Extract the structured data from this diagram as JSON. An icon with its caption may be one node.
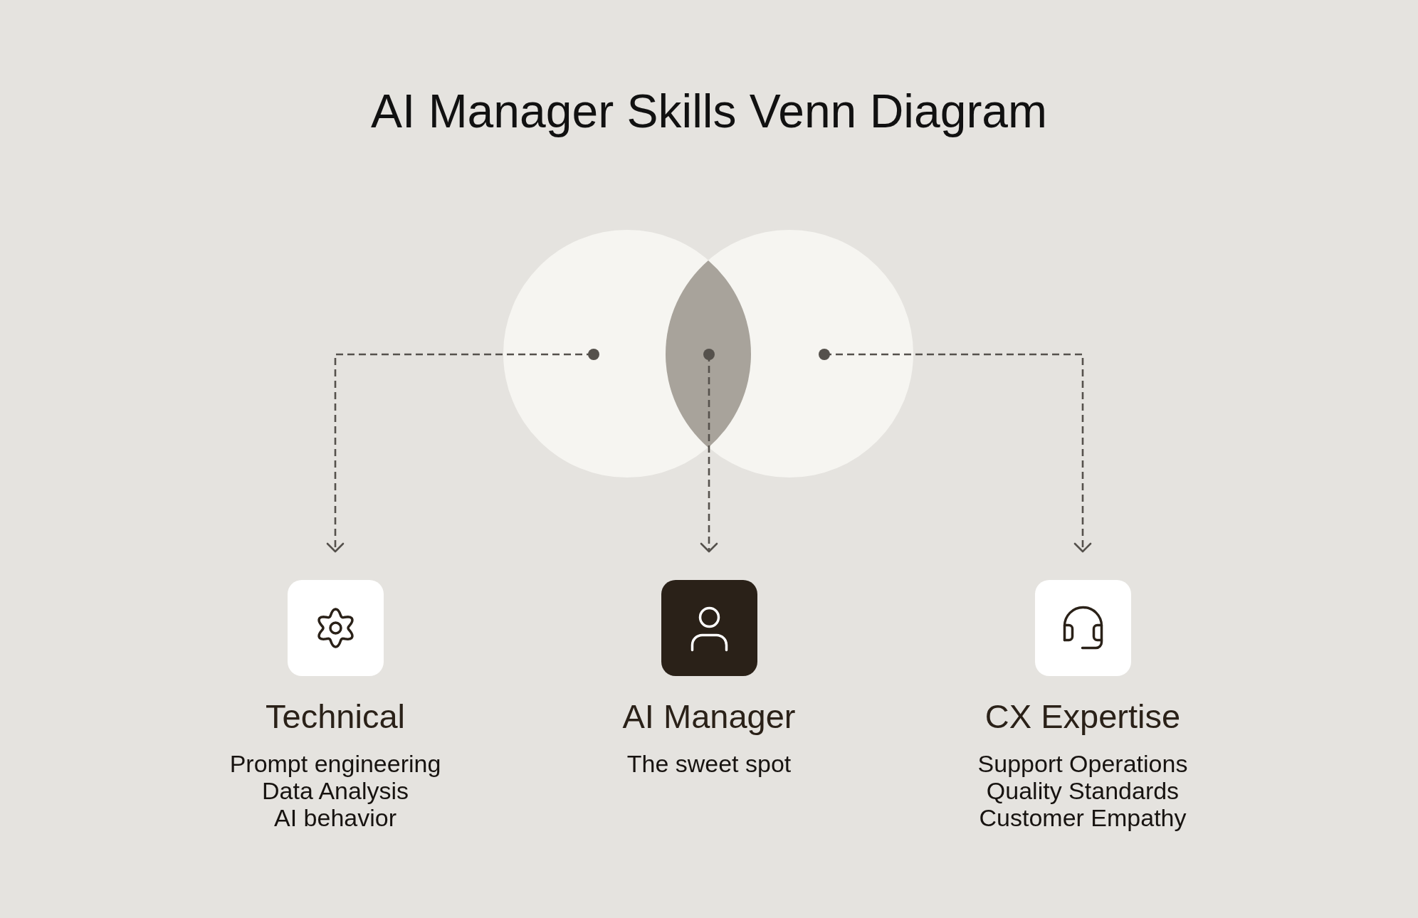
{
  "diagram": {
    "title": "AI Manager Skills Venn Diagram",
    "nodes": [
      {
        "text": [],
        "shape": "circle"
      },
      {
        "text": [],
        "shape": "lens"
      },
      {
        "text": [],
        "shape": "circle"
      },
      {
        "text": [
          "Technical",
          "Prompt engineering",
          "Data Analysis",
          "AI behavior"
        ]
      },
      {
        "text": [
          "AI Manager",
          "The sweet spot"
        ]
      },
      {
        "text": [
          "CX Expertise",
          "Support Operations",
          "Quality Standards",
          "Customer Empathy"
        ]
      }
    ],
    "edges": [
      {
        "from": 0,
        "to": 3,
        "arrow": "to",
        "style": "dashed"
      },
      {
        "from": 1,
        "to": 4,
        "arrow": "to",
        "style": "dashed"
      },
      {
        "from": 2,
        "to": 5,
        "arrow": "to",
        "style": "dashed"
      }
    ]
  }
}
